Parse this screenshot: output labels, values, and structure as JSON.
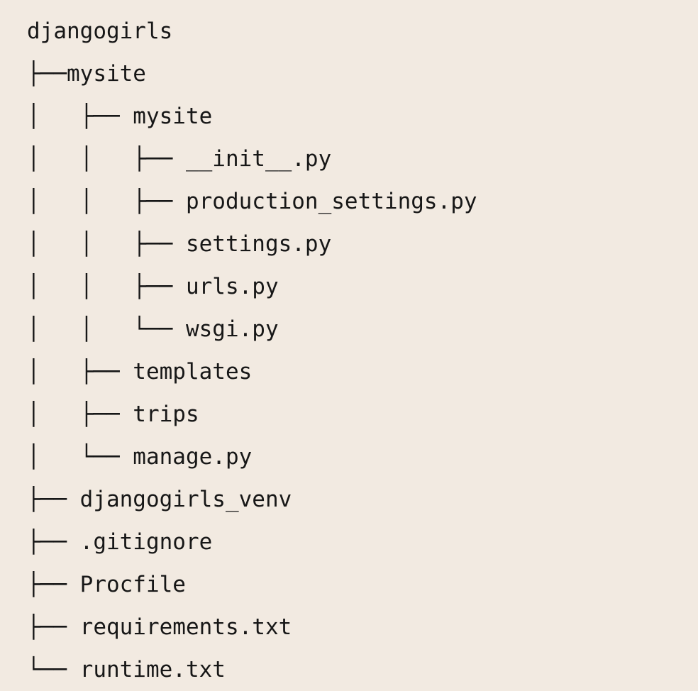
{
  "document": {
    "kind": "directory-tree-listing",
    "root_name": "djangogirls",
    "background_color": "#f2eae1",
    "text_color": "#171717",
    "line_count": 16,
    "glyphs": {
      "tee": "├",
      "elbow": "└",
      "horizontal": "─",
      "vertical": "│"
    },
    "lines": [
      {
        "text": "djangogirls",
        "name": "djangogirls",
        "depth": 0,
        "type": "directory"
      },
      {
        "text": "├──mysite",
        "name": "mysite",
        "depth": 1,
        "type": "directory"
      },
      {
        "text": "│   ├── mysite",
        "name": "mysite",
        "depth": 2,
        "type": "directory"
      },
      {
        "text": "│   │   ├── __init__.py",
        "name": "__init__.py",
        "depth": 3,
        "type": "file"
      },
      {
        "text": "│   │   ├── production_settings.py",
        "name": "production_settings.py",
        "depth": 3,
        "type": "file"
      },
      {
        "text": "│   │   ├── settings.py",
        "name": "settings.py",
        "depth": 3,
        "type": "file"
      },
      {
        "text": "│   │   ├── urls.py",
        "name": "urls.py",
        "depth": 3,
        "type": "file"
      },
      {
        "text": "│   │   └── wsgi.py",
        "name": "wsgi.py",
        "depth": 3,
        "type": "file"
      },
      {
        "text": "│   ├── templates",
        "name": "templates",
        "depth": 2,
        "type": "directory"
      },
      {
        "text": "│   ├── trips",
        "name": "trips",
        "depth": 2,
        "type": "directory"
      },
      {
        "text": "│   └── manage.py",
        "name": "manage.py",
        "depth": 2,
        "type": "file"
      },
      {
        "text": "├── djangogirls_venv",
        "name": "djangogirls_venv",
        "depth": 1,
        "type": "directory"
      },
      {
        "text": "├── .gitignore",
        "name": ".gitignore",
        "depth": 1,
        "type": "file"
      },
      {
        "text": "├── Procfile",
        "name": "Procfile",
        "depth": 1,
        "type": "file"
      },
      {
        "text": "├── requirements.txt",
        "name": "requirements.txt",
        "depth": 1,
        "type": "file"
      },
      {
        "text": "└── runtime.txt",
        "name": "runtime.txt",
        "depth": 1,
        "type": "file"
      }
    ]
  }
}
